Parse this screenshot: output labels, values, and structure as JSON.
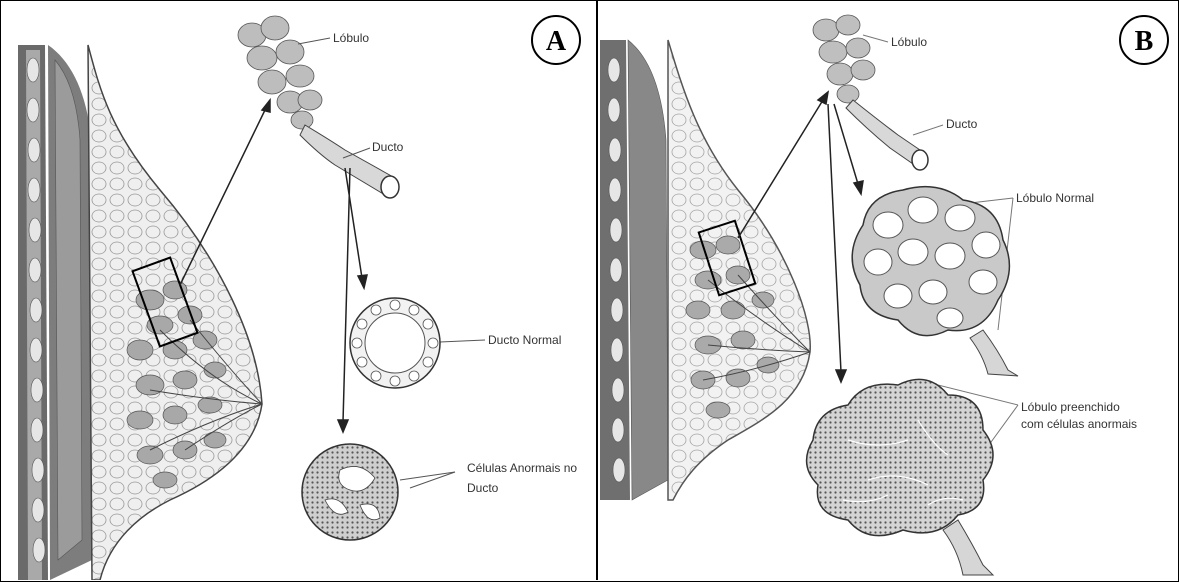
{
  "panel_a": {
    "badge": "A",
    "labels": {
      "lobulo": "Lóbulo",
      "ducto": "Ducto",
      "ducto_normal": "Ducto Normal",
      "celulas_line1": "Células Anormais no",
      "celulas_line2": "Ducto"
    }
  },
  "panel_b": {
    "badge": "B",
    "labels": {
      "lobulo": "Lóbulo",
      "ducto": "Ducto",
      "lobulo_normal": "Lóbulo Normal",
      "preenchido_line1": "Lóbulo preenchido",
      "preenchido_line2": "com células anormais"
    }
  }
}
